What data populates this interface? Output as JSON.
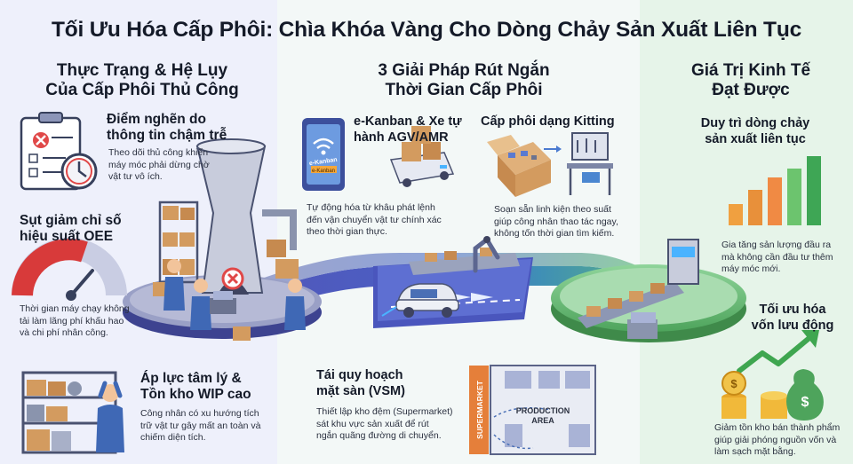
{
  "title": "Tối Ưu Hóa Cấp Phôi: Chìa Khóa Vàng Cho Dòng Chảy Sản Xuất Liên Tục",
  "columns": {
    "left": {
      "title_line1": "Thực Trạng & Hệ Lụy",
      "title_line2": "Của Cấp Phôi Thủ Công",
      "items": [
        {
          "heading_line1": "Điểm nghẽn do",
          "heading_line2": "thông tin chậm trễ",
          "body_line1": "Theo dõi thủ công khiến",
          "body_line2": "máy móc phải dừng chờ",
          "body_line3": "vật tư vô ích."
        },
        {
          "heading_line1": "Sụt giảm chỉ số",
          "heading_line2": "hiệu suất OEE",
          "body_line1": "Thời gian máy chạy không",
          "body_line2": "tải làm lãng phí khấu hao",
          "body_line3": "và chi phí nhân công."
        },
        {
          "heading_line1": "Áp lực tâm lý &",
          "heading_line2": "Tồn kho WIP cao",
          "body_line1": "Công nhân có xu hướng tích",
          "body_line2": "trữ vật tư gây mất an toàn và",
          "body_line3": "chiếm diện tích."
        }
      ]
    },
    "middle": {
      "title_line1": "3 Giải Pháp Rút Ngắn",
      "title_line2": "Thời Gian Cấp Phôi",
      "items": [
        {
          "heading_line1": "e-Kanban & Xe tự",
          "heading_line2": "hành AGV/AMR",
          "body_line1": "Tự động hóa từ khâu phát lệnh",
          "body_line2": "đến vận chuyển vật tư chính xác",
          "body_line3": "theo thời gian thực."
        },
        {
          "heading_line1": "Cấp phôi dạng Kitting",
          "body_line1": "Soạn sẵn linh kiện theo suất",
          "body_line2": "giúp công nhân thao tác ngay,",
          "body_line3": "không tốn thời gian tìm kiếm."
        },
        {
          "heading_line1": "Tái quy hoạch",
          "heading_line2": "mặt sàn (VSM)",
          "body_line1": "Thiết lập kho đệm (Supermarket)",
          "body_line2": "sát khu vực sản xuất để rút",
          "body_line3": "ngắn quãng đường di chuyển."
        }
      ],
      "tablet_label1": "e-Kanban",
      "tablet_label2": "e-Kanban",
      "supermarket_label": "SUPERMARKET",
      "production_label1": "PRODUCTION",
      "production_label2": "AREA"
    },
    "right": {
      "title_line1": "Giá Trị Kinh Tế",
      "title_line2": "Đạt Được",
      "items": [
        {
          "heading_line1": "Duy trì dòng chảy",
          "heading_line2": "sản xuất liên tục",
          "body_line1": "Gia tăng sản lượng đầu ra",
          "body_line2": "mà không cần đầu tư thêm",
          "body_line3": "máy móc mới."
        },
        {
          "heading_line1": "Tối ưu hóa",
          "heading_line2": "vốn lưu động",
          "body_line1": "Giảm tồn kho bán thành phẩm",
          "body_line2": "giúp giải phóng nguồn vốn và",
          "body_line3": "làm sạch mặt bằng."
        }
      ],
      "coin_symbol": "$"
    }
  },
  "colors": {
    "left_bg": "#eef0fb",
    "mid_bg": "#f3f8f7",
    "right_bg": "#e6f4e9",
    "platform_purple": "#5b5fc7",
    "platform_green": "#6fbf73",
    "box_brown": "#d39b5f",
    "alert_red": "#e04848",
    "gauge_red": "#d83a3a"
  }
}
